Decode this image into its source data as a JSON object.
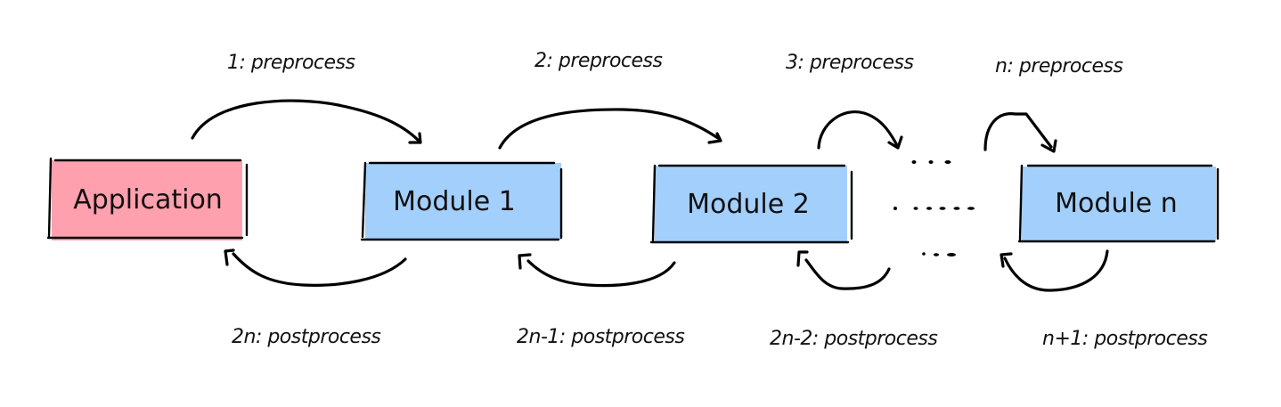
{
  "diagram": {
    "colors": {
      "application_fill": "#FFA0AE",
      "module_fill": "#A3CFFC",
      "stroke": "#000000",
      "background": "#FFFFFF"
    },
    "nodes": [
      {
        "id": "application",
        "label": "Application"
      },
      {
        "id": "module-1",
        "label": "Module 1"
      },
      {
        "id": "module-2",
        "label": "Module 2"
      },
      {
        "id": "module-n",
        "label": "Module n"
      }
    ],
    "ellipsis": "......",
    "preprocess_edges": [
      {
        "label": "1: preprocess",
        "from": "Application",
        "to": "Module 1"
      },
      {
        "label": "2: preprocess",
        "from": "Module 1",
        "to": "Module 2"
      },
      {
        "label": "3: preprocess",
        "from": "Module 2",
        "to": "..."
      },
      {
        "label": "n: preprocess",
        "from": "...",
        "to": "Module n"
      }
    ],
    "postprocess_edges": [
      {
        "label": "2n: postprocess",
        "from": "Module 1",
        "to": "Application"
      },
      {
        "label": "2n-1: postprocess",
        "from": "Module 2",
        "to": "Module 1"
      },
      {
        "label": "2n-2: postprocess",
        "from": "...",
        "to": "Module 2"
      },
      {
        "label": "n+1: postprocess",
        "from": "Module n",
        "to": "..."
      }
    ]
  }
}
